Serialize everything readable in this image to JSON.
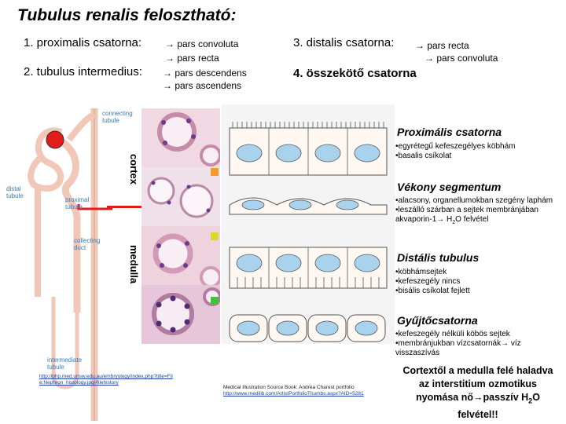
{
  "title": "Tubulus renalis felosztható:",
  "items": {
    "prox": {
      "label": "1. proximalis csatorna:",
      "parts": [
        "→ pars convoluta",
        "→ pars recta"
      ]
    },
    "inter": {
      "label": "2. tubulus intermedius:",
      "parts": [
        "→ pars descendens",
        "→ pars ascendens"
      ]
    },
    "dist": {
      "label": "3. distalis csatorna:",
      "parts": [
        "→ pars recta",
        "→ pars convoluta"
      ]
    },
    "conn": {
      "label": "4. összekötő csatorna"
    }
  },
  "diagram": {
    "labels": {
      "connecting": "connecting\ntubule",
      "distal": "distal\ntubule",
      "proximal": "proximal\ntubule",
      "collecting": "collecting\nduct",
      "intermediate": "intermediate\ntubule"
    },
    "cortex": "cortex",
    "medulla": "medulla"
  },
  "panels": [
    {
      "title": "Proximális csatorna",
      "bullets": [
        "•egyrétegű kefeszegélyes köbhám",
        "•basalis csíkolat"
      ],
      "color": "#f39a2b"
    },
    {
      "title": "Vékony segmentum",
      "bullets": [
        "•alacsony, organellumokban szegény laphám",
        "•leszálló szárban a sejtek membránjában",
        "akvaporin-1→ H₂O felvétel"
      ],
      "color": "#d9d92a"
    },
    {
      "title": "Distális tubulus",
      "bullets": [
        "•köbhámsejtek",
        "•kefeszegély nincs",
        "•bisális csíkolat fejlett"
      ],
      "color": "#3cc43c"
    },
    {
      "title": "Gyűjtőcsatorna",
      "bullets": [
        "•kefeszegély nélküli köbös sejtek",
        "•membránjukban vízcsatornák→ víz",
        "visszaszívás"
      ],
      "color": "#8fd8e8"
    }
  ],
  "credits": {
    "left": "http://php.med.unsw.edu.au/embryology/index.php?title=Fil e:Nephron_histology.jpg#filehistory",
    "mid_text": "Medical Illustration Source Book: Andrea Charest portfolio",
    "mid_link": "http://www.medilib.com/ArtistPortfolioThumbs.aspx?AID=5281"
  },
  "conclusion": {
    "line1": "Cortextől a medulla felé haladva",
    "line2": "az interstitium ozmotikus",
    "line3": "nyomása nő→passzív H",
    "sub": "2",
    "line3b": "O",
    "line4": "felvétel!!"
  },
  "colors": {
    "red": "#e21b1b",
    "orange": "#f39a2b",
    "yellow": "#d9d92a",
    "green": "#3cc43c",
    "cyan": "#8fd8e8",
    "cell": "#a9d3ec",
    "tissue": "#e8b8cc"
  }
}
